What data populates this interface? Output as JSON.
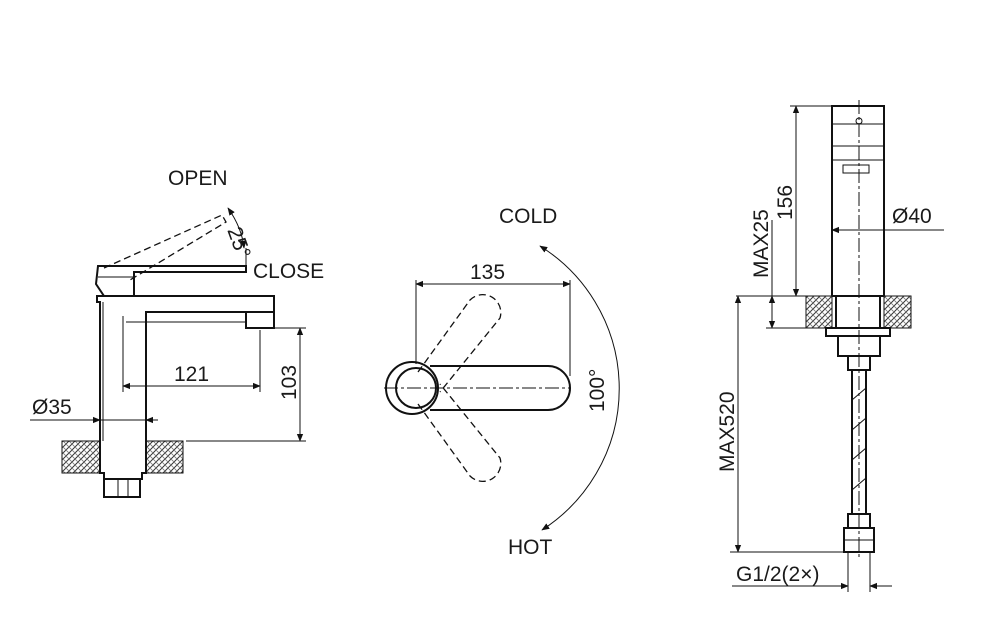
{
  "front_view": {
    "open_label": "OPEN",
    "close_label": "CLOSE",
    "lever_angle": "25°",
    "spout_reach": "121",
    "spout_height": "103",
    "base_diameter": "Ø35"
  },
  "top_view": {
    "cold_label": "COLD",
    "hot_label": "HOT",
    "handle_length": "135",
    "rotation_angle": "100°"
  },
  "side_view": {
    "body_height": "156",
    "body_diameter": "Ø40",
    "max_deck_thickness": "MAX25",
    "max_hose_length": "MAX520",
    "thread_size": "G1/2(2×)"
  },
  "colors": {
    "line": "#111111",
    "background": "#ffffff"
  }
}
